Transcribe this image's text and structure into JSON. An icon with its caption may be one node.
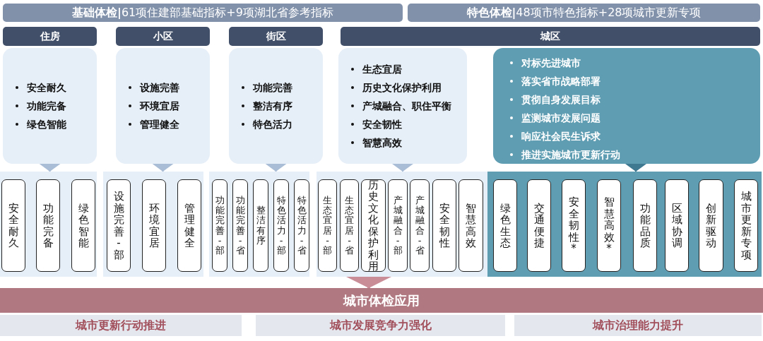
{
  "diagram": {
    "nodes": [
      {
        "text": [
          "**基础体检|**61项住建部基础指标+9项湖北省参考指标"
        ]
      },
      {
        "text": [
          "**特色体检|**48项市特色指标+28项城市更新专项"
        ]
      },
      {
        "text": [
          "住房"
        ]
      },
      {
        "text": [
          "小区"
        ]
      },
      {
        "text": [
          "街区"
        ]
      },
      {
        "text": [
          "城区"
        ]
      },
      {
        "text": [
          "安全耐久",
          "功能完备",
          "绿色智能"
        ]
      },
      {
        "text": [
          "设施完善",
          "环境宜居",
          "管理健全"
        ]
      },
      {
        "text": [
          "功能完善",
          "整洁有序",
          "特色活力"
        ]
      },
      {
        "text": [
          "生态宜居",
          "历史文化保护利用",
          "产城融合、职住平衡",
          "安全韧性",
          "智慧高效"
        ]
      },
      {
        "text": [
          "对标先进城市",
          "落实省市战略部署",
          "贯彻自身发展目标",
          "监测城市发展问题",
          "响应社会民生诉求",
          "推进实施城市更新行动"
        ]
      },
      {
        "text": [],
        "shape": "box"
      },
      {
        "text": [
          "安全耐久"
        ],
        "in": 11
      },
      {
        "text": [
          "功能完备"
        ],
        "in": 11
      },
      {
        "text": [
          "绿色智能"
        ],
        "in": 11
      },
      {
        "text": [],
        "shape": "box"
      },
      {
        "text": [
          "设施完善-部"
        ],
        "in": 15
      },
      {
        "text": [
          "环境宜居"
        ],
        "in": 15
      },
      {
        "text": [
          "管理健全"
        ],
        "in": 15
      },
      {
        "text": [],
        "shape": "box"
      },
      {
        "text": [
          "功能完善-部"
        ],
        "in": 19
      },
      {
        "text": [
          "功能完善-省"
        ],
        "in": 19
      },
      {
        "text": [
          "整洁有序"
        ],
        "in": 19
      },
      {
        "text": [
          "特色活力-部"
        ],
        "in": 19
      },
      {
        "text": [
          "特色活力-省"
        ],
        "in": 19
      },
      {
        "text": [],
        "shape": "box"
      },
      {
        "text": [
          "生态宜居-部"
        ],
        "in": 25
      },
      {
        "text": [
          "生态宜居-省"
        ],
        "in": 25
      },
      {
        "text": [
          "历史文化保护利用"
        ],
        "in": 25
      },
      {
        "text": [
          "产城融合-部"
        ],
        "in": 25
      },
      {
        "text": [
          "产城融合-省"
        ],
        "in": 25
      },
      {
        "text": [
          "安全韧性"
        ],
        "in": 25
      },
      {
        "text": [
          "智慧高效"
        ],
        "in": 25
      },
      {
        "text": [],
        "shape": "box"
      },
      {
        "text": [
          "绿色生态"
        ],
        "in": 33
      },
      {
        "text": [
          "交通便捷"
        ],
        "in": 33
      },
      {
        "text": [
          "安全韧性*"
        ],
        "in": 33
      },
      {
        "text": [
          "智慧高效*"
        ],
        "in": 33
      },
      {
        "text": [
          "功能品质"
        ],
        "in": 33
      },
      {
        "text": [
          "区域协调"
        ],
        "in": 33
      },
      {
        "text": [
          "创新驱动"
        ],
        "in": 33
      },
      {
        "text": [
          "城市更新专项"
        ],
        "in": 33
      },
      {
        "text": [
          "城市体检应用"
        ]
      },
      {
        "text": [
          "城市更新行动推进"
        ]
      },
      {
        "text": [
          "城市发展竞争力强化"
        ]
      },
      {
        "text": [
          "城市治理能力提升"
        ]
      }
    ],
    "edges": [
      {
        "from": 6,
        "to": 11,
        "arrow": "to"
      },
      {
        "from": 7,
        "to": 15,
        "arrow": "to"
      },
      {
        "from": 8,
        "to": 19,
        "arrow": "to"
      },
      {
        "from": 9,
        "to": 25,
        "arrow": "to"
      },
      {
        "from": 10,
        "to": 33,
        "arrow": "to",
        "color": "#3f7891"
      },
      {
        "from": 25,
        "to": 42,
        "arrow": "to",
        "style": "thick",
        "color": "#c98d98"
      }
    ]
  }
}
